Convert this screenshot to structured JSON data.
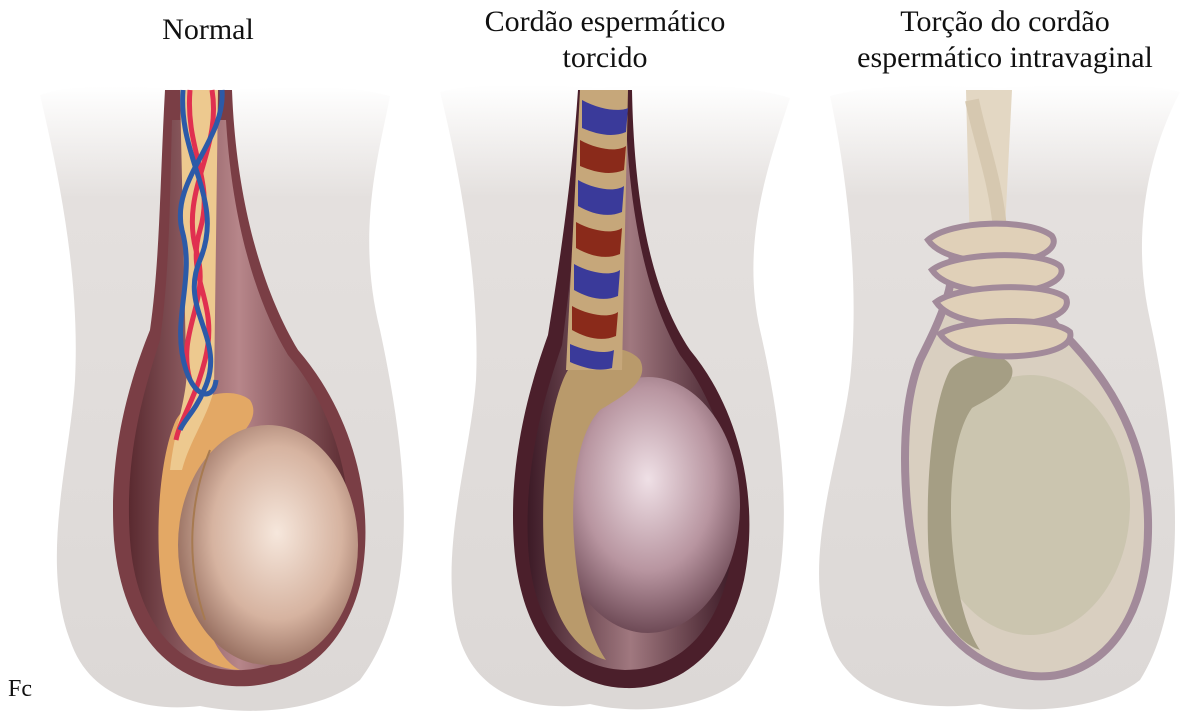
{
  "panels": [
    {
      "title_line1": "Normal",
      "title_line2": ""
    },
    {
      "title_line1": "Cordão espermático",
      "title_line2": "torcido"
    },
    {
      "title_line1": "Torção do cordão",
      "title_line2": "espermático intravaginal"
    }
  ],
  "caption_stub": "Fc",
  "colors": {
    "background": "#ffffff",
    "scrotum_shade": "#d9d5d3",
    "tunica": "#7a3e45",
    "testis": "#d8b8a6",
    "epididymis": "#e3a865",
    "artery": "#e03050",
    "vein": "#2c5aa8",
    "twisted_band_blue": "#3a3a9a",
    "twisted_band_red": "#8a2a1a",
    "twisted_band_tan": "#c6a77a",
    "faded_torsion": "#cbbfa8"
  }
}
